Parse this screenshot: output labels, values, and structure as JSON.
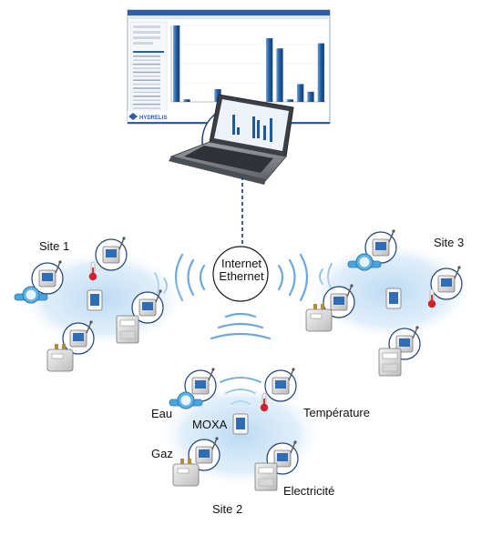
{
  "screen": {
    "brand_logo_text": "HYDRELIS",
    "chart_data": {
      "type": "bar",
      "values": [
        60,
        2,
        0,
        0,
        10,
        0,
        0,
        0,
        0,
        50,
        42,
        2,
        14,
        8,
        46
      ]
    }
  },
  "network": {
    "label_line1": "Internet",
    "label_line2": "Ethernet"
  },
  "sites": {
    "site1": "Site 1",
    "site2": "Site 2",
    "site3": "Site 3"
  },
  "meters": {
    "water": "Eau",
    "gateway": "MOXA",
    "temperature": "Température",
    "gas": "Gaz",
    "electricity": "Electricité"
  },
  "colors": {
    "bar_fill": "#1f5a9e",
    "halo": "#a9cdf0",
    "cable": "#2a4c8a",
    "wave": "#6aa8de",
    "gateway": "#2f6db5",
    "thermo_red": "#d3212b",
    "water_blue": "#4aa3dd"
  }
}
